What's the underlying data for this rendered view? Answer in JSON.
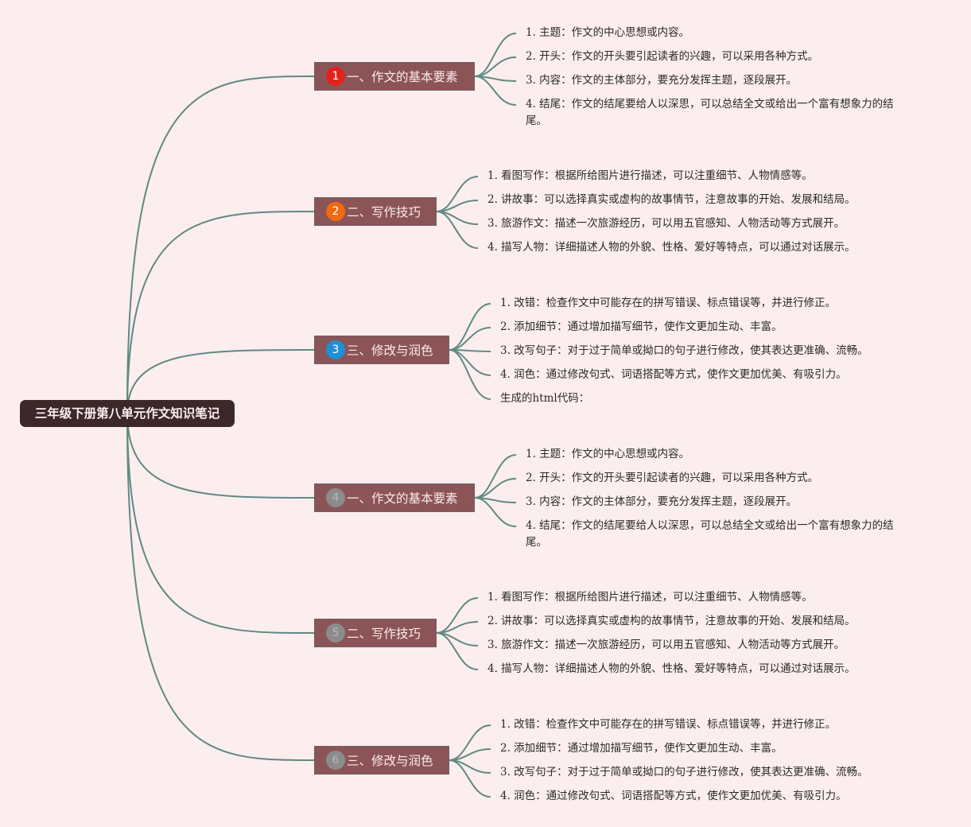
{
  "colors": {
    "background": "#fcedee",
    "root_fill": "#3d2829",
    "branch_fill": "#8b5457",
    "link": "#5f8a83"
  },
  "root": {
    "label": "三年级下册第八单元作文知识笔记"
  },
  "branches": [
    {
      "number": "1",
      "badge_color": "#e0241d",
      "label": "一、作文的基本要素",
      "items": [
        "1. 主题：作文的中心思想或内容。",
        "2. 开头：作文的开头要引起读者的兴趣，可以采用各种方式。",
        "3. 内容：作文的主体部分，要充分发挥主题，逐段展开。",
        "4. 结尾：作文的结尾要给人以深思，可以总结全文或给出一个富有想象力的结尾。"
      ]
    },
    {
      "number": "2",
      "badge_color": "#ef6a10",
      "label": "二、写作技巧",
      "items": [
        "1. 看图写作：根据所给图片进行描述，可以注重细节、人物情感等。",
        "2. 讲故事：可以选择真实或虚构的故事情节，注意故事的开始、发展和结局。",
        "3. 旅游作文：描述一次旅游经历，可以用五官感知、人物活动等方式展开。",
        "4. 描写人物：详细描述人物的外貌、性格、爱好等特点，可以通过对话展示。"
      ]
    },
    {
      "number": "3",
      "badge_color": "#1f8fd6",
      "label": "三、修改与润色",
      "items": [
        "1. 改错：检查作文中可能存在的拼写错误、标点错误等，并进行修正。",
        "2. 添加细节：通过增加描写细节，使作文更加生动、丰富。",
        "3. 改写句子：对于过于简单或拗口的句子进行修改，使其表达更准确、流畅。",
        "4. 润色：通过修改句式、词语搭配等方式，使作文更加优美、有吸引力。",
        "生成的html代码："
      ]
    },
    {
      "number": "4",
      "badge_color": "#8c8c8c",
      "label": "一、作文的基本要素",
      "items": [
        "1. 主题：作文的中心思想或内容。",
        "2. 开头：作文的开头要引起读者的兴趣，可以采用各种方式。",
        "3. 内容：作文的主体部分，要充分发挥主题，逐段展开。",
        "4. 结尾：作文的结尾要给人以深思，可以总结全文或给出一个富有想象力的结尾。"
      ]
    },
    {
      "number": "5",
      "badge_color": "#8c8c8c",
      "label": "二、写作技巧",
      "items": [
        "1. 看图写作：根据所给图片进行描述，可以注重细节、人物情感等。",
        "2. 讲故事：可以选择真实或虚构的故事情节，注意故事的开始、发展和结局。",
        "3. 旅游作文：描述一次旅游经历，可以用五官感知、人物活动等方式展开。",
        "4. 描写人物：详细描述人物的外貌、性格、爱好等特点，可以通过对话展示。"
      ]
    },
    {
      "number": "6",
      "badge_color": "#8c8c8c",
      "label": "三、修改与润色",
      "items": [
        "1. 改错：检查作文中可能存在的拼写错误、标点错误等，并进行修正。",
        "2. 添加细节：通过增加描写细节，使作文更加生动、丰富。",
        "3. 改写句子：对于过于简单或拗口的句子进行修改，使其表达更准确、流畅。",
        "4. 润色：通过修改句式、词语搭配等方式，使作文更加优美、有吸引力。"
      ]
    }
  ]
}
